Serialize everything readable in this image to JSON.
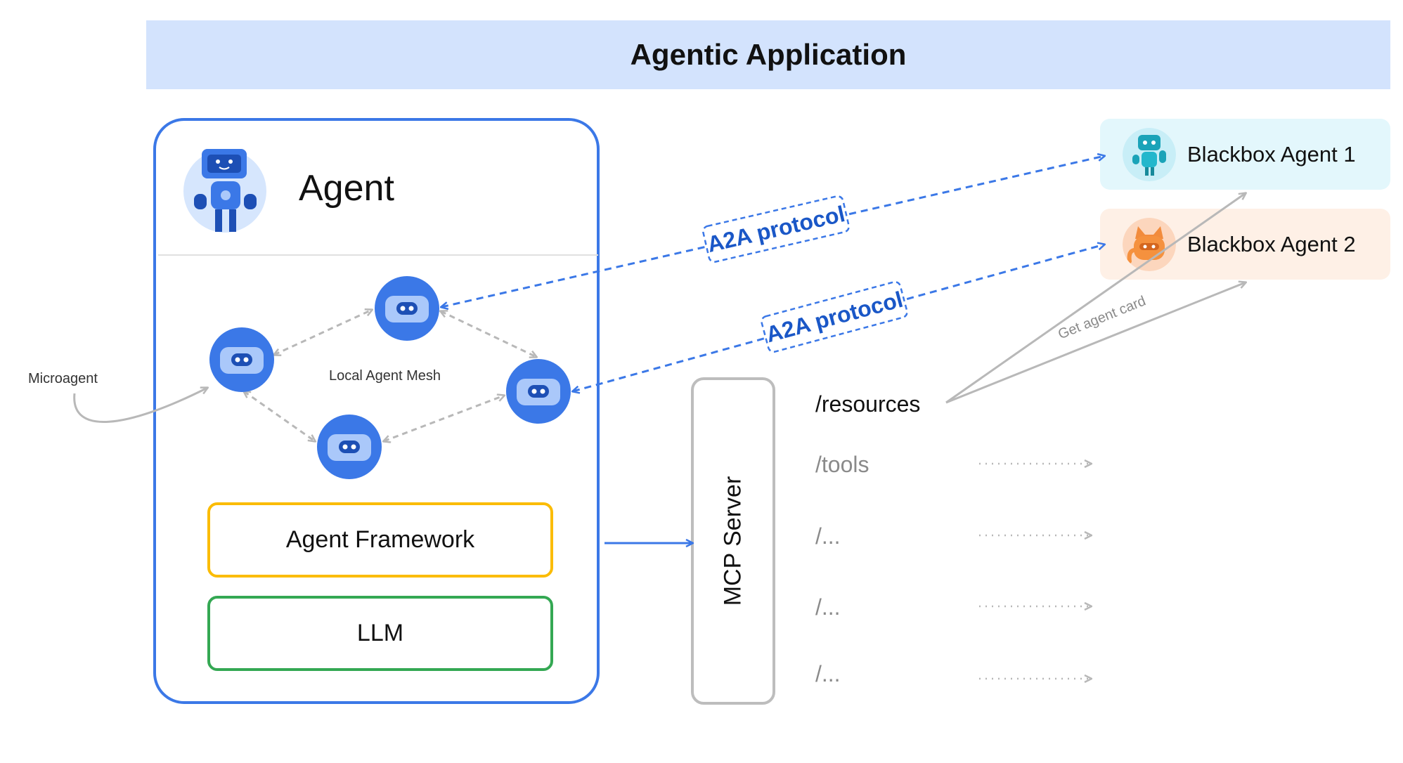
{
  "header": {
    "title": "Agentic Application"
  },
  "agent": {
    "title": "Agent",
    "mesh_label": "Local Agent Mesh",
    "framework_label": "Agent Framework",
    "llm_label": "LLM"
  },
  "microagent_label": "Microagent",
  "mcp": {
    "label": "MCP Server",
    "routes": [
      "/resources",
      "/tools",
      "/...",
      "/...",
      "/..."
    ]
  },
  "blackbox_agents": [
    {
      "label": "Blackbox Agent 1",
      "icon": "robot-icon",
      "color": "#e3f7fc"
    },
    {
      "label": "Blackbox Agent 2",
      "icon": "cat-icon",
      "color": "#fef0e6"
    }
  ],
  "connections": {
    "a2a_label_1": "A2A protocol",
    "a2a_label_2": "A2A protocol",
    "agent_card_label": "Get agent card"
  },
  "colors": {
    "accent": "#3b78e7",
    "framework": "#fbbc04",
    "llm": "#34a853",
    "banner": "#d3e3fd",
    "protocol_text": "#1a57c7"
  }
}
